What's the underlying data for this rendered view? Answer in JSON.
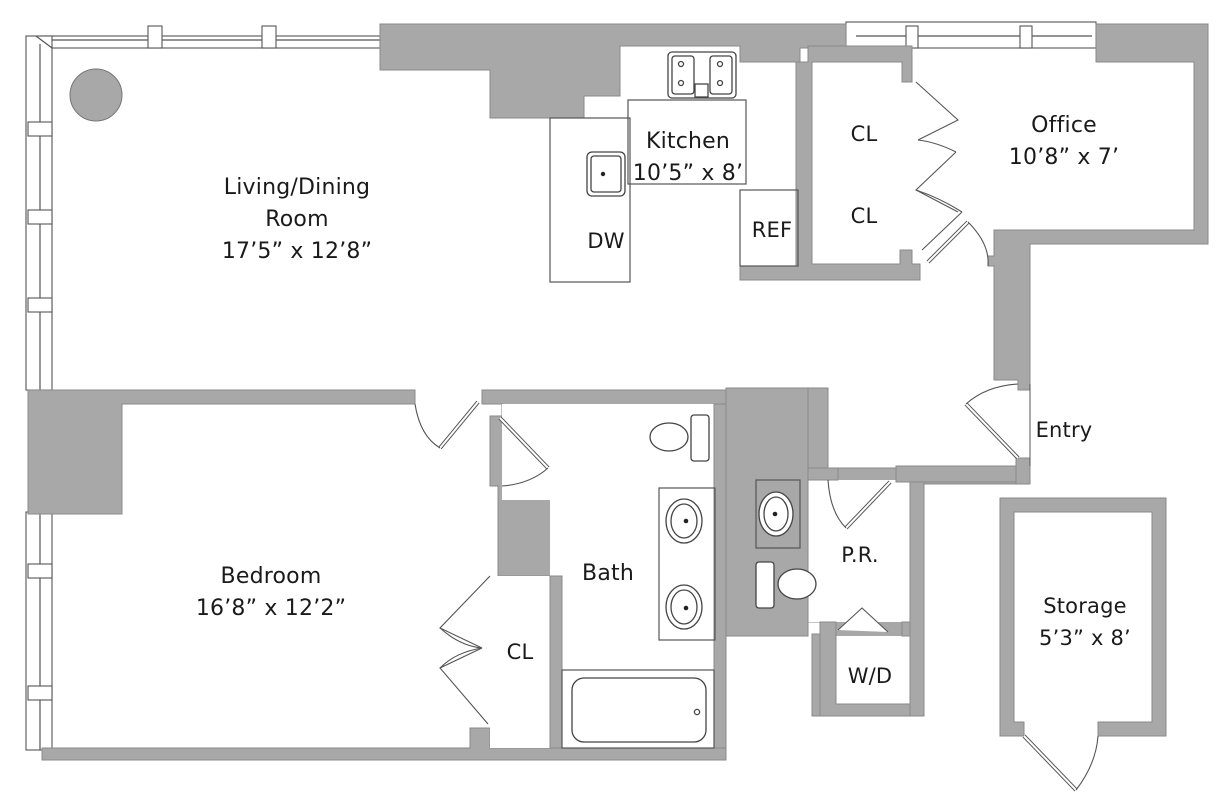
{
  "floor_plan": {
    "wall_color": "#a8a8a8",
    "background": "#ffffff",
    "rooms": [
      {
        "id": "living",
        "name": "Living/Dining",
        "name_line2": "Room",
        "dimensions": "17’5” x 12’8”"
      },
      {
        "id": "kitchen",
        "name": "Kitchen",
        "dimensions": "10’5” x 8’"
      },
      {
        "id": "office",
        "name": "Office",
        "dimensions": "10’8” x 7’"
      },
      {
        "id": "bedroom",
        "name": "Bedroom",
        "dimensions": "16’8” x 12’2”"
      },
      {
        "id": "bath",
        "name": "Bath"
      },
      {
        "id": "powder_room",
        "name": "P.R."
      },
      {
        "id": "washer_dryer",
        "name": "W/D"
      },
      {
        "id": "entry",
        "name": "Entry"
      },
      {
        "id": "storage",
        "name": "Storage",
        "dimensions": "5’3” x 8’"
      }
    ],
    "fixtures": {
      "dishwasher": "DW",
      "refrigerator": "REF",
      "closet_office_top": "CL",
      "closet_office_bottom": "CL",
      "closet_bedroom": "CL"
    }
  }
}
